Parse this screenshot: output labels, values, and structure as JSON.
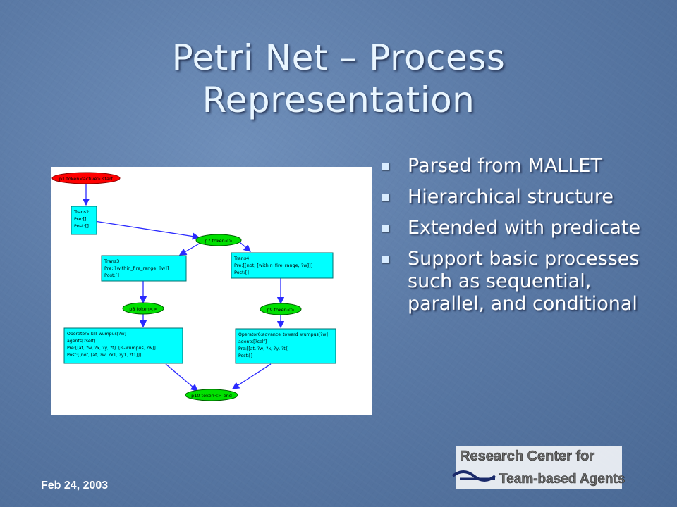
{
  "slide": {
    "title_line1": "Petri Net – Process",
    "title_line2": "Representation",
    "footer_date": "Feb 24, 2003"
  },
  "bullets": [
    "Parsed from MALLET",
    "Hierarchical structure",
    "Extended with predicate",
    "Support basic processes such as sequential, parallel, and conditional"
  ],
  "diagram": {
    "start_place": "p1 token<active> start",
    "trans2": [
      "Trans2",
      "Pre:[]",
      "Post:[]"
    ],
    "p7": "p7 token<>",
    "trans3": [
      "Trans3",
      "Pre:[[within_fire_range, ?w]]",
      "Post:[]"
    ],
    "trans4": [
      "Trans4",
      "Pre:[[not, [within_fire_range, ?w]]]",
      "Post:[]"
    ],
    "p8": "p8 token<>",
    "p9": "p9 token<>",
    "op5": [
      "Operator5:kill-wumpus[?w]",
      "agents[?self]",
      "Pre:[[at, ?w, ?x, ?y, ?t], [is-wumpus, ?w]]",
      "Post:[[not, [at, ?w, ?x1, ?y1, ?t1]]]"
    ],
    "op6": [
      "Operator6:advance_toward_wumpus[?w]",
      "agents[?self]",
      "Pre:[[at, ?w, ?x, ?y, ?t]]",
      "Post:[]"
    ],
    "p10": "p10 token<> end",
    "colors": {
      "place_start": "#ff0000",
      "place": "#00e000",
      "transition": "#00ffff",
      "arc": "#2a2aff"
    }
  },
  "logo": {
    "line1": "Research Center for",
    "line2": "Team-based Agents"
  },
  "theme": {
    "background": "#5b7aa6",
    "title_color": "#e9f6ff",
    "text_color": "#ffffff"
  }
}
